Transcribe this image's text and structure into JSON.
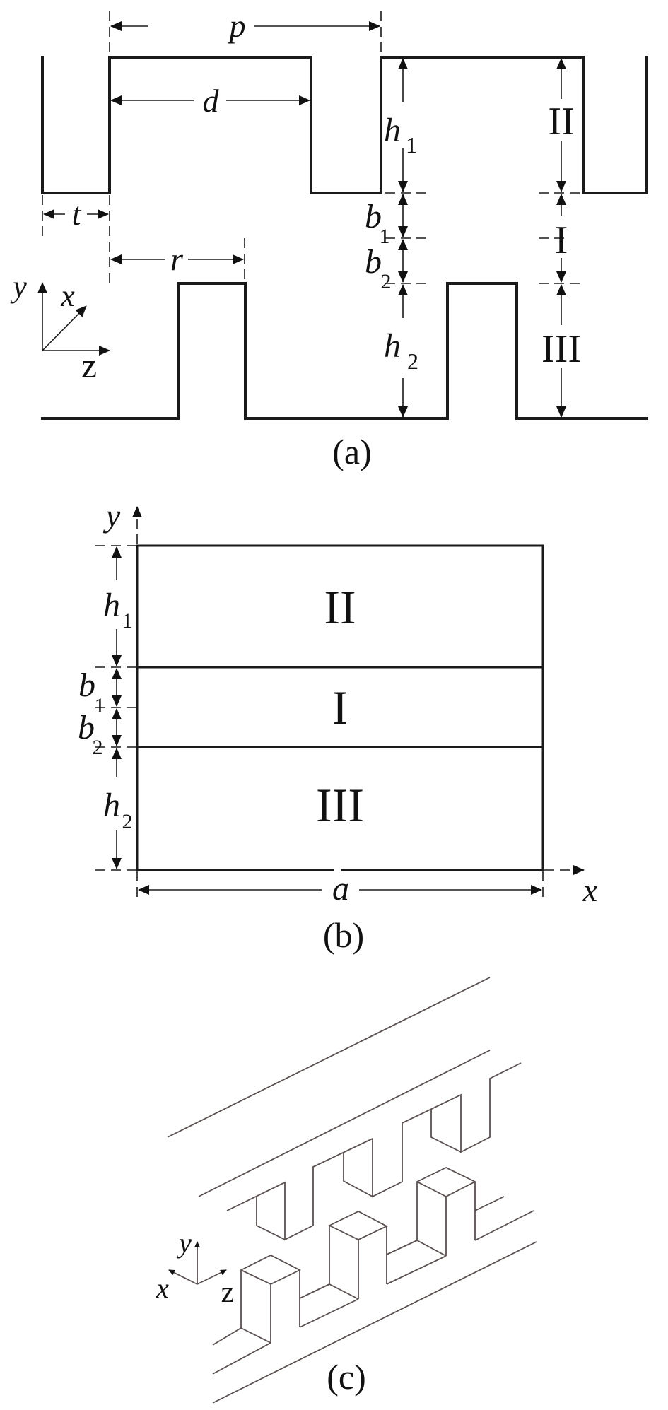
{
  "figure": {
    "panel_a": {
      "caption": "(a)",
      "dimensions": {
        "p": "p",
        "d": "d",
        "t": "t",
        "r": "r",
        "h1": {
          "main": "h",
          "sub": "1"
        },
        "b1": {
          "main": "b",
          "sub": "1"
        },
        "b2": {
          "main": "b",
          "sub": "2"
        },
        "h2": {
          "main": "h",
          "sub": "2"
        }
      },
      "regions": [
        "II",
        "I",
        "III"
      ],
      "axes": {
        "y": "y",
        "x": "x",
        "z": "z"
      }
    },
    "panel_b": {
      "caption": "(b)",
      "dimensions": {
        "h1": {
          "main": "h",
          "sub": "1"
        },
        "b1": {
          "main": "b",
          "sub": "1"
        },
        "b2": {
          "main": "b",
          "sub": "2"
        },
        "h2": {
          "main": "h",
          "sub": "2"
        },
        "a": "a"
      },
      "regions": [
        "II",
        "I",
        "III"
      ],
      "axes": {
        "y": "y",
        "x": "x"
      }
    },
    "panel_c": {
      "caption": "(c)",
      "axes": {
        "y": "y",
        "x": "x",
        "z": "z"
      }
    }
  }
}
